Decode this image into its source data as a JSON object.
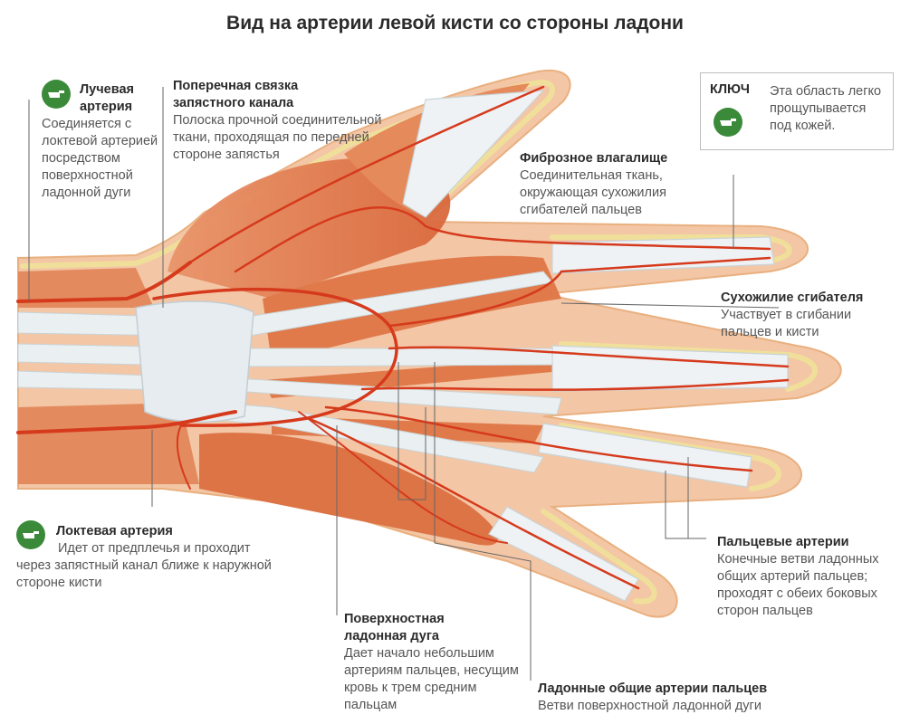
{
  "title": "Вид на артерии левой кисти со стороны ладони",
  "key": {
    "title": "КЛЮЧ",
    "text": "Эта область легко прощупывается под кожей."
  },
  "labels": {
    "radial": {
      "heading": "Лучевая артерия",
      "text": "Соединяется с локтевой артерией посредством поверхностной ладонной дуги"
    },
    "transverse_ligament": {
      "heading": "Поперечная связка запястного канала",
      "text": "Полоска прочной соединительной ткани, проходящая по передней стороне запястья"
    },
    "fibrous_sheath": {
      "heading": "Фиброзное влагалище",
      "text": "Соединительная ткань, окружающая сухожилия сгибателей пальцев"
    },
    "flexor_tendon": {
      "heading": "Сухожилие сгибателя",
      "text": "Участвует в сгибании пальцев и кисти"
    },
    "ulnar": {
      "heading": "Локтевая артерия",
      "text": "Идет от предплечья и проходит через запястный канал ближе к наружной стороне кисти"
    },
    "palmar_arch": {
      "heading": "Поверхностная ладонная дуга",
      "text": "Дает начало небольшим артериям пальцев, несущим кровь к трем средним пальцам"
    },
    "digital": {
      "heading": "Пальцевые артерии",
      "text": "Конечные ветви ладонных общих артерий пальцев; проходят с обеих боковых сторон пальцев"
    },
    "common_digital": {
      "heading": "Ладонные общие артерии пальцев",
      "text": "Ветви поверхностной ладонной дуги"
    }
  },
  "colors": {
    "skin": "#f3c6a6",
    "fat": "#f0df9a",
    "muscle": "#e07a4a",
    "tendon": "#eaf0f2",
    "artery": "#d63a1c",
    "icon": "#3b8a3a"
  }
}
